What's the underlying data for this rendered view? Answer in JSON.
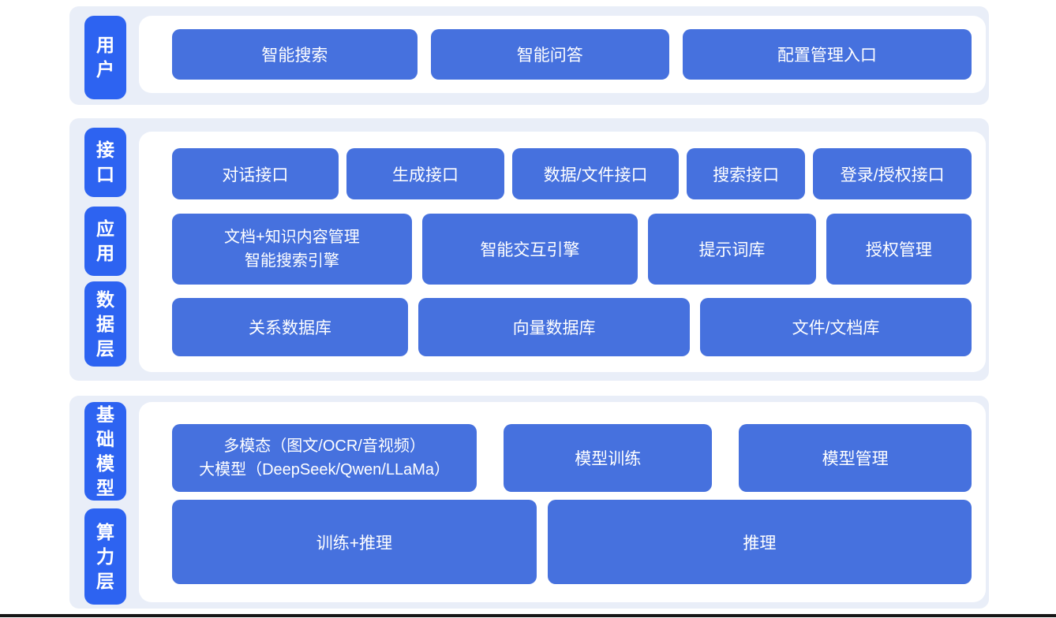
{
  "colors": {
    "panel_bg": "#E9EEF8",
    "box_blue": "#4671DE",
    "layer_label_blue": "#2D63F1",
    "text_on_blue": "#FFFFFF",
    "bottom_line": "#161616"
  },
  "sections": [
    {
      "name": "user-layer",
      "labels": [
        {
          "text": "用户"
        }
      ],
      "rows": [
        {
          "buttons": [
            {
              "lines": [
                "智能搜索"
              ]
            },
            {
              "lines": [
                "智能问答"
              ]
            },
            {
              "lines": [
                "配置管理入口"
              ]
            }
          ]
        }
      ]
    },
    {
      "name": "core-layers",
      "labels": [
        {
          "text": "接口"
        },
        {
          "text": "应用"
        },
        {
          "text": "数据层"
        }
      ],
      "rows": [
        {
          "buttons": [
            {
              "lines": [
                "对话接口"
              ]
            },
            {
              "lines": [
                "生成接口"
              ]
            },
            {
              "lines": [
                "数据/文件接口"
              ]
            },
            {
              "lines": [
                "搜索接口"
              ]
            },
            {
              "lines": [
                "登录/授权接口"
              ]
            }
          ]
        },
        {
          "buttons": [
            {
              "lines": [
                "文档+知识内容管理",
                "智能搜索引擎"
              ]
            },
            {
              "lines": [
                "智能交互引擎"
              ]
            },
            {
              "lines": [
                "提示词库"
              ]
            },
            {
              "lines": [
                "授权管理"
              ]
            }
          ]
        },
        {
          "buttons": [
            {
              "lines": [
                "关系数据库"
              ]
            },
            {
              "lines": [
                "向量数据库"
              ]
            },
            {
              "lines": [
                "文件/文档库"
              ]
            }
          ]
        }
      ]
    },
    {
      "name": "infra-layers",
      "labels": [
        {
          "text": "基础模型"
        },
        {
          "text": "算力层"
        }
      ],
      "rows": [
        {
          "buttons": [
            {
              "lines": [
                "多模态（图文/OCR/音视频）",
                "大模型（DeepSeek/Qwen/LLaMa）"
              ]
            },
            {
              "lines": [
                "模型训练"
              ]
            },
            {
              "lines": [
                "模型管理"
              ]
            }
          ]
        },
        {
          "buttons": [
            {
              "lines": [
                "训练+推理"
              ]
            },
            {
              "lines": [
                "推理"
              ]
            }
          ]
        }
      ]
    }
  ]
}
